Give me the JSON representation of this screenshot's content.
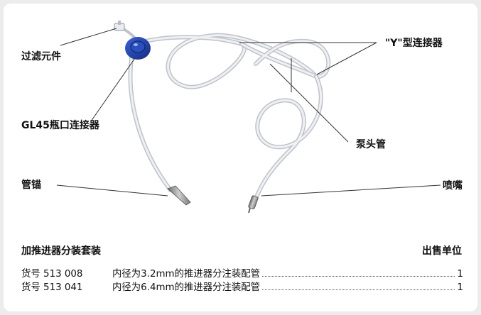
{
  "callouts": {
    "filter": "过滤元件",
    "y_connector": "\"Y\"型连接器",
    "bottle_connector": "GL45瓶口连接器",
    "pump_tube": "泵头管",
    "tube_anchor": "管锚",
    "nozzle": "喷嘴"
  },
  "section": {
    "title": "加推进器分装套装",
    "unit_header": "出售单位"
  },
  "orders": [
    {
      "cat_label": "货号",
      "cat_no": "513 008",
      "description": "内径为3.2mm的推进器分注装配管",
      "qty": "1"
    },
    {
      "cat_label": "货号",
      "cat_no": "513 041",
      "description": "内径为6.4mm的推进器分注装配管",
      "qty": "1"
    }
  ],
  "colors": {
    "page_bg": "#ececec",
    "card_bg": "#ffffff",
    "cap_blue": "#1d3fa8",
    "tube": "#c9ccd2"
  }
}
